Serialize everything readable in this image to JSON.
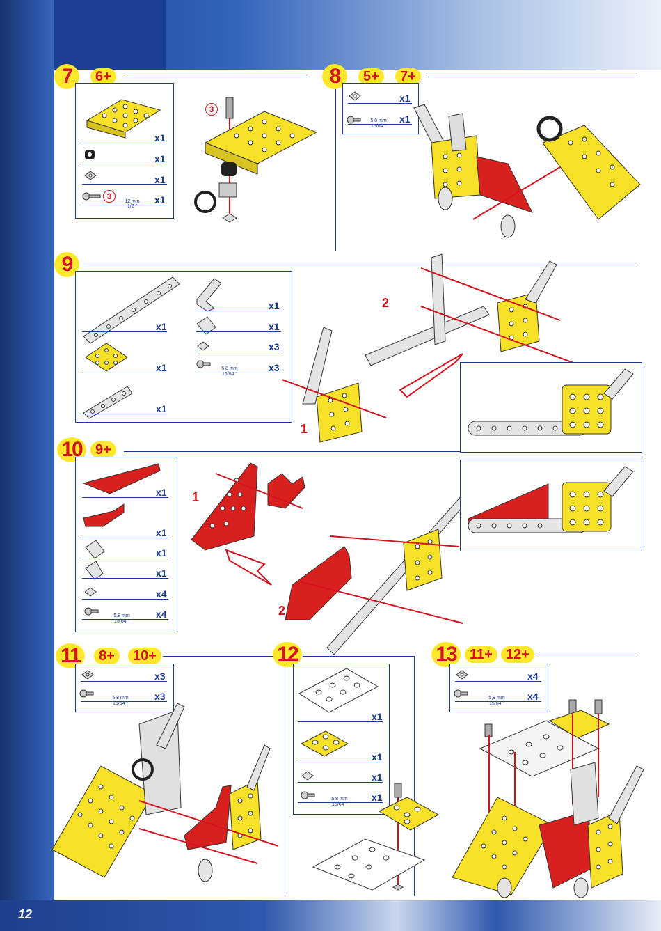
{
  "page_number": "12",
  "colors": {
    "yellow": "#ffe82b",
    "red": "#d4131e",
    "blue": "#1a3a8a",
    "part_yellow": "#f6e028",
    "part_red": "#d8201f",
    "part_gray": "#e4e4e4"
  },
  "steps": [
    {
      "id": "7",
      "deps": [
        "6+"
      ],
      "parts": [
        {
          "qty": "x1"
        },
        {
          "qty": "x1"
        },
        {
          "qty": "x1"
        },
        {
          "qty": "x1",
          "note": "3",
          "dim": "12 mm",
          "dim_in": "1/2 \""
        }
      ],
      "callout": "3"
    },
    {
      "id": "8",
      "deps": [
        "5+",
        "7+"
      ],
      "parts": [
        {
          "qty": "x1"
        },
        {
          "qty": "x1",
          "dim": "5,8 mm",
          "dim_in": "15/64 \""
        }
      ]
    },
    {
      "id": "9",
      "deps": [],
      "parts_left": [
        {
          "qty": "x1"
        },
        {
          "qty": "x1"
        },
        {
          "qty": "x1"
        }
      ],
      "parts_right": [
        {
          "qty": "x1"
        },
        {
          "qty": "x1"
        },
        {
          "qty": "x3"
        },
        {
          "qty": "x3",
          "dim": "5,8 mm",
          "dim_in": "15/64 \""
        }
      ],
      "substeps": [
        "1",
        "2"
      ]
    },
    {
      "id": "10",
      "deps": [
        "9+"
      ],
      "parts": [
        {
          "qty": "x1"
        },
        {
          "qty": "x1"
        },
        {
          "qty": "x1"
        },
        {
          "qty": "x1"
        },
        {
          "qty": "x4"
        },
        {
          "qty": "x4",
          "dim": "5,8 mm",
          "dim_in": "15/64 \""
        }
      ],
      "substeps": [
        "1",
        "2"
      ]
    },
    {
      "id": "11",
      "deps": [
        "8+",
        "10+"
      ],
      "parts": [
        {
          "qty": "x3"
        },
        {
          "qty": "x3",
          "dim": "5,8 mm",
          "dim_in": "15/64 \""
        }
      ]
    },
    {
      "id": "12",
      "deps": [],
      "parts": [
        {
          "qty": "x1"
        },
        {
          "qty": "x1"
        },
        {
          "qty": "x1"
        },
        {
          "qty": "x1",
          "dim": "5,8 mm",
          "dim_in": "15/64 \""
        }
      ]
    },
    {
      "id": "13",
      "deps": [
        "11+",
        "12+"
      ],
      "parts": [
        {
          "qty": "x4"
        },
        {
          "qty": "x4",
          "dim": "5,8 mm",
          "dim_in": "15/64 \""
        }
      ]
    }
  ]
}
